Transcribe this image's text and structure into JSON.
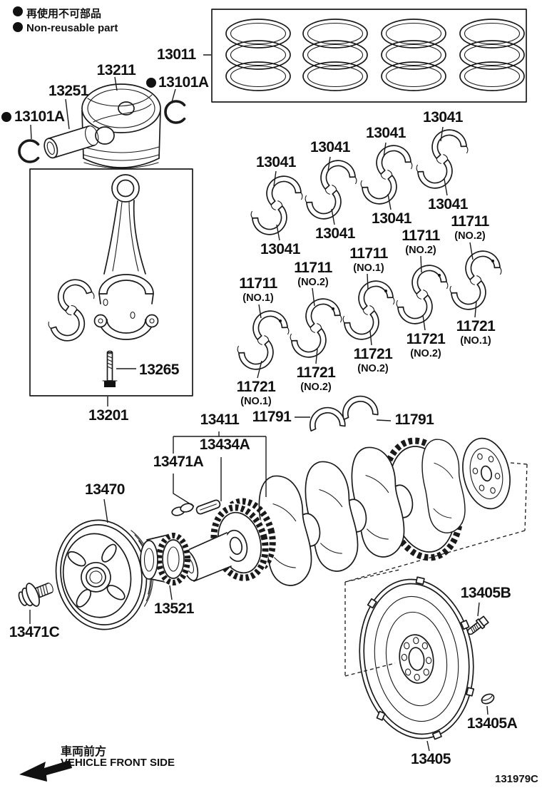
{
  "legend": {
    "jp": "再使用不可部品",
    "en": "Non-reusable part"
  },
  "parts": {
    "piston_rings": "13011",
    "piston": "13211",
    "piston_pin": "13251",
    "pin_snap_ring": "13101A",
    "connecting_rod": "13201",
    "rod_bolt": "13265",
    "rod_bearing": "13041",
    "main_bearing_upper": "11711",
    "main_bearing_lower": "11721",
    "thrust_washer": "11791",
    "crankshaft": "13411",
    "crankshaft_key": "13434A",
    "crankshaft_washer": "13471A",
    "crankshaft_pulley": "13470",
    "pulley_bolt": "13471C",
    "crankshaft_timing_gear": "13521",
    "flywheel": "13405",
    "flywheel_bolt": "13405B",
    "flywheel_pin": "13405A"
  },
  "main_bearing_sets": [
    {
      "upper_no": "(NO.1)",
      "lower_no": "(NO.1)"
    },
    {
      "upper_no": "(NO.2)",
      "lower_no": "(NO.2)"
    },
    {
      "upper_no": "(NO.1)",
      "lower_no": "(NO.2)"
    },
    {
      "upper_no": "(NO.2)",
      "lower_no": "(NO.2)"
    },
    {
      "upper_no": "(NO.2)",
      "lower_no": "(NO.1)"
    }
  ],
  "footer": {
    "front_jp": "車両前方",
    "front_en": "VEHICLE FRONT SIDE",
    "drawing_code": "131979C"
  },
  "colors": {
    "line": "#1a1a1a",
    "background": "#ffffff"
  }
}
